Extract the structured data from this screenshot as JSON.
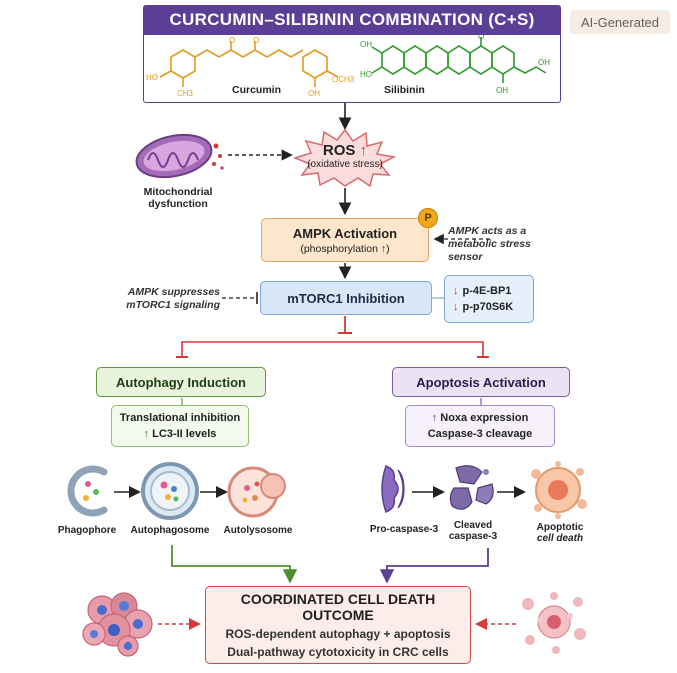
{
  "title": "CURCUMIN–SILIBININ COMBINATION (C+S)",
  "badge": "AI-Generated",
  "molecules": {
    "curcumin": {
      "name": "Curcumin",
      "labels": {
        "ho": "HO",
        "ch3": "CH3",
        "och3": "OCH3",
        "oh": "OH",
        "o": "O"
      }
    },
    "silibinin": {
      "name": "Silibinin",
      "labels": {
        "ho": "HO",
        "oh_bottom": "OH",
        "oh_left": "OH",
        "oh_right": "OH",
        "o": "O"
      }
    }
  },
  "mitochondria": {
    "line1": "Mitochondrial",
    "line2": "dysfunction"
  },
  "ros": {
    "label": "ROS",
    "arrow": "↑",
    "sub": "(oxidative stress)"
  },
  "ampk": {
    "title": "AMPK Activation",
    "sub": "(phosphorylation ↑)",
    "badge": "P",
    "note_line1": "AMPK acts as a",
    "note_line2": "metabolic stress sensor"
  },
  "mtorc1": {
    "title": "mTORC1 Inhibition",
    "note_line1": "AMPK suppresses",
    "note_line2": "mTORC1 signaling",
    "markers": [
      {
        "arrow": "↓",
        "label": "p-4E-BP1"
      },
      {
        "arrow": "↓",
        "label": "p-p70S6K"
      }
    ]
  },
  "autophagy": {
    "title": "Autophagy Induction",
    "line1": "Translational inhibition",
    "line2_arrow": "↑",
    "line2": "LC3-II levels",
    "stages": [
      "Phagophore",
      "Autophagosome",
      "Autolysosome"
    ]
  },
  "apoptosis": {
    "title": "Apoptosis Activation",
    "line1_arrow": "↑",
    "line1": "Noxa expression",
    "line2": "Caspase-3 cleavage",
    "stages": [
      {
        "line1": "Pro-caspase-3",
        "line2": ""
      },
      {
        "line1": "Cleaved",
        "line2": "caspase-3"
      },
      {
        "line1": "Apoptotic",
        "line2": "cell death"
      }
    ]
  },
  "outcome": {
    "title": "COORDINATED CELL DEATH OUTCOME",
    "line1": "ROS-dependent autophagy + apoptosis",
    "line2": "Dual-pathway cytotoxicity in CRC cells"
  },
  "colors": {
    "title": "#5b3e96",
    "ampk": "#e8a460",
    "mtor": "#7ea6d6",
    "autophagy": "#5a9a3c",
    "apoptosis": "#7a5aa8",
    "outcome": "#d04a44",
    "inhibit": "#d23a3a"
  }
}
